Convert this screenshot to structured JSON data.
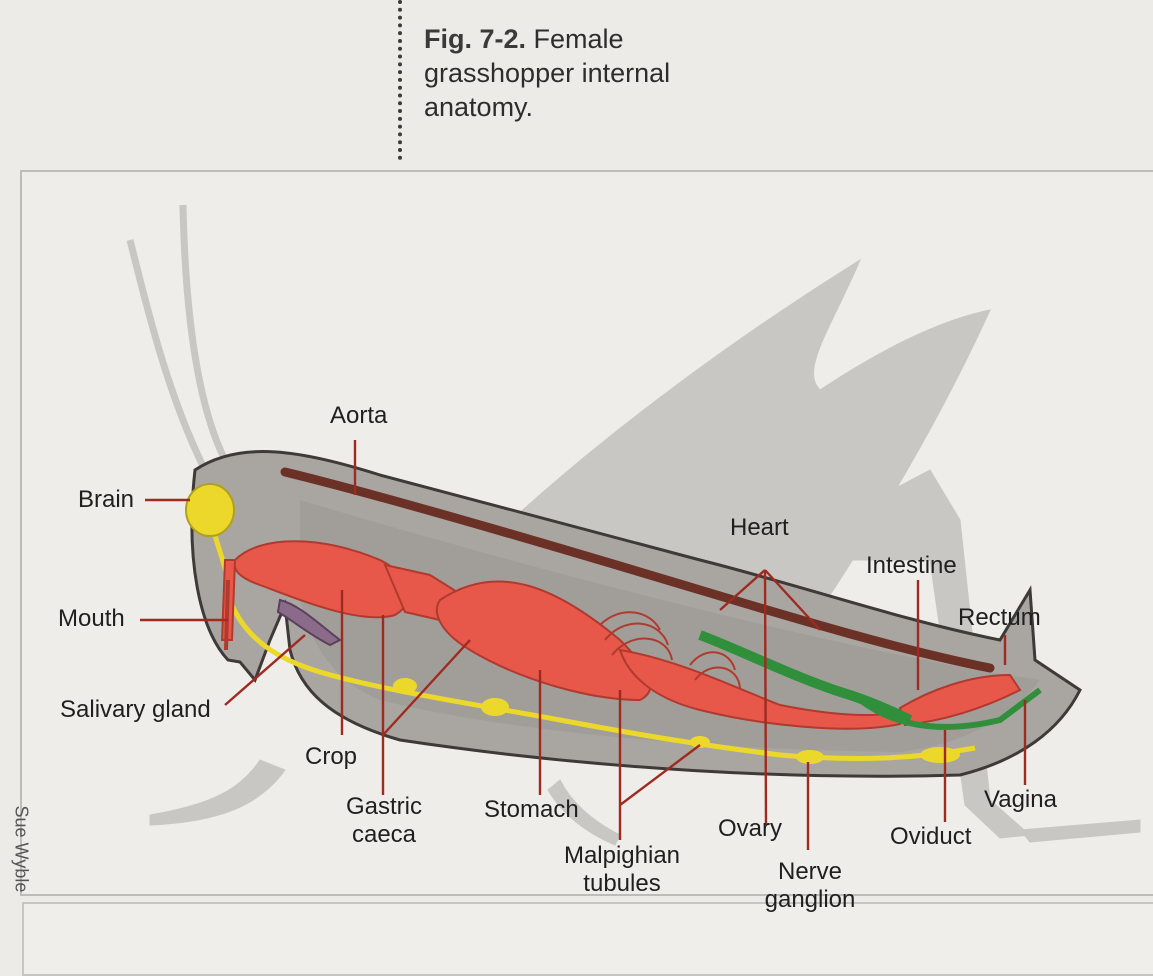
{
  "caption": {
    "fig_number": "Fig. 7-2.",
    "text": "Female grasshopper internal anatomy."
  },
  "credit": "Sue Wyble",
  "labels": {
    "aorta": "Aorta",
    "brain": "Brain",
    "heart": "Heart",
    "intestine": "Intestine",
    "rectum": "Rectum",
    "mouth": "Mouth",
    "salivary_gland": "Salivary gland",
    "crop": "Crop",
    "gastric_caeca_1": "Gastric",
    "gastric_caeca_2": "caeca",
    "stomach": "Stomach",
    "malpighian_1": "Malpighian",
    "malpighian_2": "tubules",
    "ovary": "Ovary",
    "nerve_1": "Nerve",
    "nerve_2": "ganglion",
    "oviduct": "Oviduct",
    "vagina": "Vagina"
  },
  "colors": {
    "body": "#a9a6a2",
    "body_outline": "#3e3a37",
    "gut": "#e8584a",
    "aorta": "#6b3026",
    "nerve": "#ecd82a",
    "ovary": "#2f8f3a",
    "leader": "#9e2a20",
    "shadow": "#c8c6c3"
  }
}
